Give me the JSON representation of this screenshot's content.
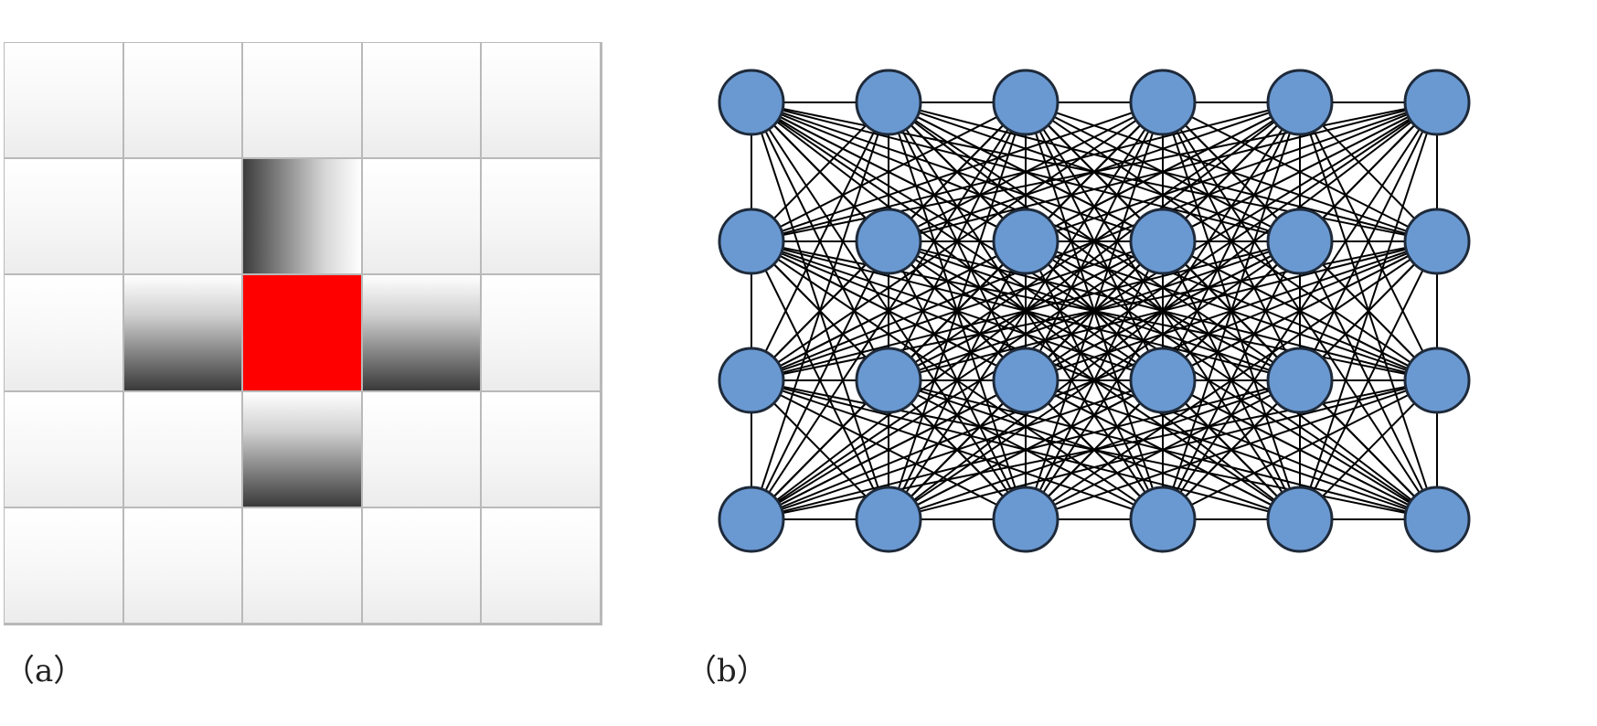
{
  "panels": {
    "a": {
      "caption": "（a）",
      "grid": {
        "rows": 5,
        "cols": 5,
        "cells": [
          [
            "plain",
            "plain",
            "plain",
            "plain",
            "plain"
          ],
          [
            "plain",
            "plain",
            "grad-h",
            "plain",
            "plain"
          ],
          [
            "plain",
            "grad-v",
            "center",
            "grad-v",
            "plain"
          ],
          [
            "plain",
            "plain",
            "grad-v",
            "plain",
            "plain"
          ],
          [
            "plain",
            "plain",
            "plain",
            "plain",
            "plain"
          ]
        ]
      },
      "colors": {
        "center": "#ff0000",
        "neighbor_dark": "#3a3a3a"
      }
    },
    "b": {
      "caption": "（b）",
      "network": {
        "rows": 4,
        "cols": 6,
        "connectivity": "fully-connected"
      },
      "colors": {
        "node_fill": "#6a99d2",
        "node_stroke": "#1e2a3a",
        "edge": "#000000"
      }
    }
  }
}
